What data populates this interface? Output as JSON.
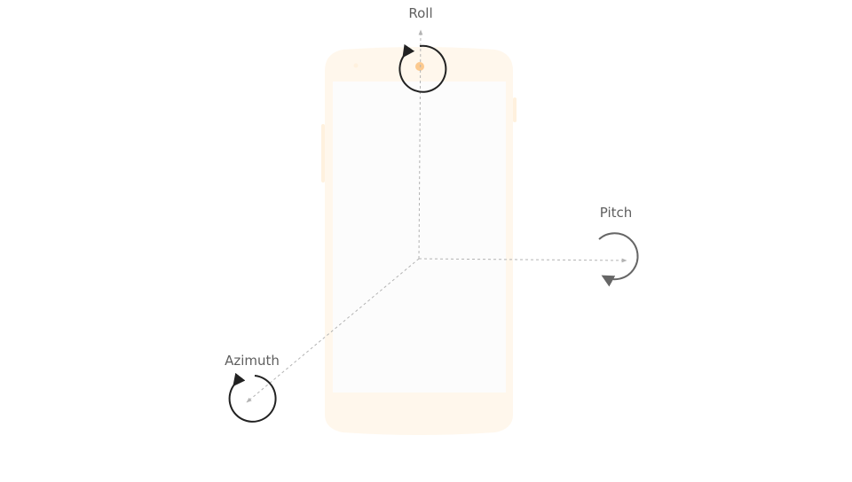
{
  "diagram": {
    "labels": {
      "roll": "Roll",
      "pitch": "Pitch",
      "azimuth": "Azimuth"
    },
    "colors": {
      "phone_body": "#fff7ec",
      "phone_screen": "#fcfcfc",
      "camera_dot": "#fcc98e",
      "axis_line": "#b3b3b3",
      "rotation_arrow_dark": "#222222",
      "rotation_arrow_gray": "#666666",
      "label_text": "#5f5f5f"
    }
  }
}
